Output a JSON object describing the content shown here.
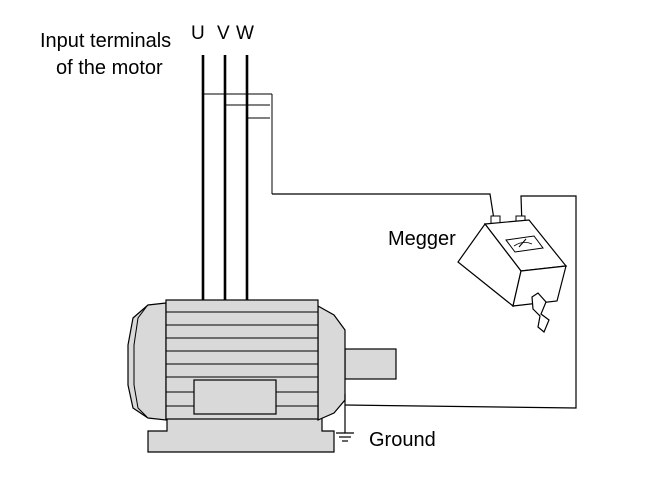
{
  "labels": {
    "input_terminals_line1": "Input terminals",
    "input_terminals_line2": "of the motor",
    "terminal_u": "U",
    "terminal_v": "V",
    "terminal_w": "W",
    "megger": "Megger",
    "ground": "Ground"
  },
  "colors": {
    "line": "#000000",
    "motor_fill": "#d9d9d9",
    "background": "#ffffff"
  }
}
